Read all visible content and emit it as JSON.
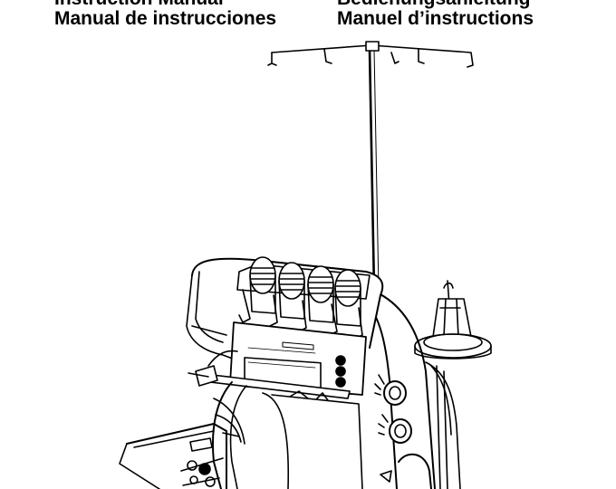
{
  "titles": {
    "en": "Instruction Manual",
    "de": "Bedienungsanleitung",
    "es": "Manual de instrucciones",
    "fr": "Manuel d’instructions"
  },
  "colors": {
    "ink": "#000000",
    "paper": "#ffffff"
  }
}
